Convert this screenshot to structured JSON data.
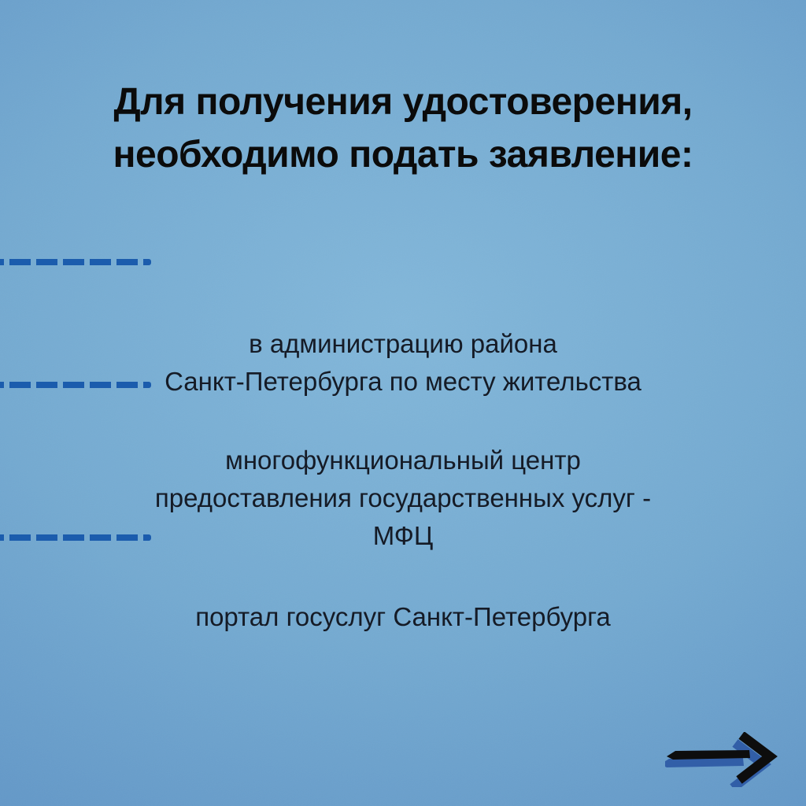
{
  "page": {
    "background_center_color": "#82b7da",
    "background_edge_color": "#5a8ec0",
    "accent_color": "#1b5cad",
    "title_color": "#0b0b0b",
    "text_color": "#151b26",
    "arrow_color": "#0d0d0d",
    "arrow_shadow_color": "#2c58a4"
  },
  "title": "Для получения удостоверения,\nнеобходимо подать заявление:",
  "items": [
    {
      "text": "в администрацию района\nСанкт-Петербурга по месту жительства"
    },
    {
      "text": "многофункциональный центр\nпредоставления государственных услуг -\nМФЦ"
    },
    {
      "text": "портал госуслуг Санкт-Петербурга"
    }
  ],
  "icons": {
    "arrow": "right-arrow"
  }
}
